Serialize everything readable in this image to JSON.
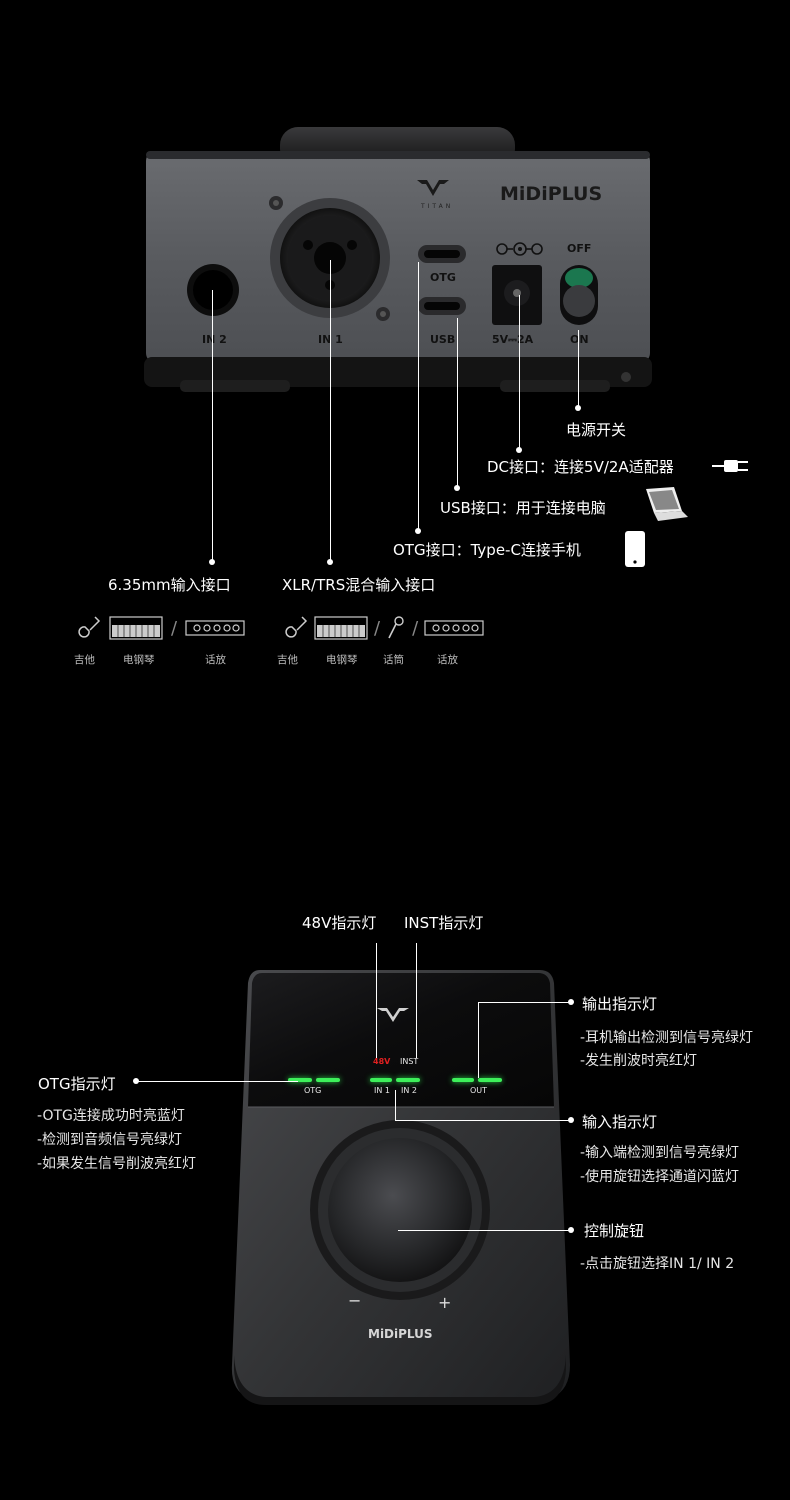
{
  "device_back": {
    "brand": "MiDiPLUS",
    "model": "TITAN",
    "ports": {
      "in2": "IN 2",
      "in1": "IN 1",
      "otg": "OTG",
      "usb": "USB",
      "dc": "5V⎓2A",
      "off": "OFF",
      "on": "ON"
    }
  },
  "callouts_back": {
    "power_switch": "电源开关",
    "dc_port": "DC接口：连接5V/2A适配器",
    "usb_port": "USB接口：用于连接电脑",
    "otg_port": "OTG接口：Type-C连接手机",
    "in2_port": "6.35mm输入接口",
    "in1_port": "XLR/TRS混合输入接口"
  },
  "sources_in2": [
    "吉他",
    "电钢琴",
    "话放"
  ],
  "sources_in1": [
    "吉他",
    "电钢琴",
    "话筒",
    "话放"
  ],
  "device_top": {
    "led_48v": "48V",
    "led_inst": "INST",
    "otg": "OTG",
    "in1": "IN 1",
    "in2": "IN 2",
    "out": "OUT",
    "minus": "−",
    "plus": "+",
    "brand": "MiDiPLUS"
  },
  "callouts_top": {
    "led_48v_title": "48V指示灯",
    "led_inst_title": "INST指示灯",
    "output_title": "输出指示灯",
    "output_lines": [
      "-耳机输出检测到信号亮绿灯",
      "-发生削波时亮红灯"
    ],
    "otg_title": "OTG指示灯",
    "otg_lines": [
      "-OTG连接成功时亮蓝灯",
      "-检测到音频信号亮绿灯",
      "-如果发生信号削波亮红灯"
    ],
    "input_title": "输入指示灯",
    "input_lines": [
      "-输入端检测到信号亮绿灯",
      "-使用旋钮选择通道闪蓝灯"
    ],
    "knob_title": "控制旋钮",
    "knob_lines": [
      "-点击旋钮选择IN 1/ IN 2"
    ]
  },
  "colors": {
    "led_green": "#3df05a",
    "led_red": "#e02020",
    "body_gray": "#5b5d61"
  }
}
